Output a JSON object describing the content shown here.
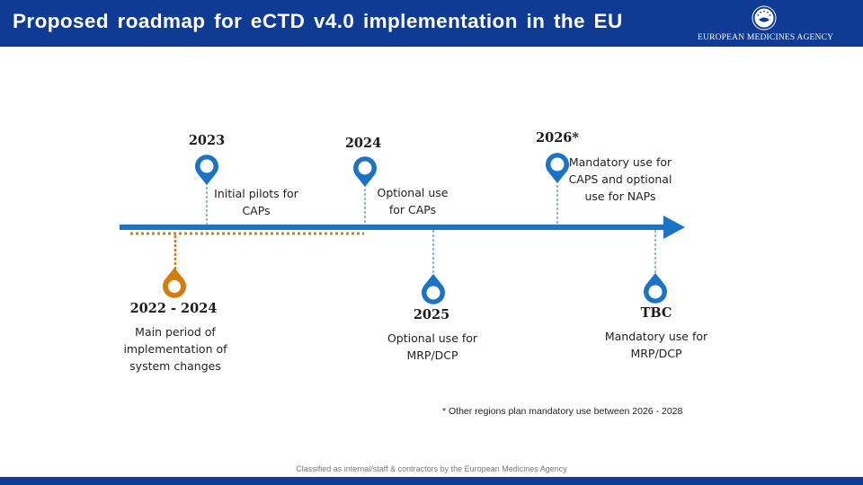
{
  "header": {
    "title": "Proposed roadmap for eCTD v4.0 implementation in the EU",
    "agency_name": "EUROPEAN MEDICINES AGENCY",
    "logo_icon": "ema-emblem-icon",
    "background_color": "#0f3b94"
  },
  "timeline": {
    "main_line_color": "#1a73c4",
    "implementation_color": "#d27d0c",
    "milestones": [
      {
        "year": "2023",
        "description": "Initial pilots for CAPs"
      },
      {
        "year": "2024",
        "description": "Optional use for CAPs"
      },
      {
        "year": "2026*",
        "description": "Mandatory use for CAPS and optional use for NAPs"
      },
      {
        "year": "2025",
        "description": "Optional use for MRP/DCP"
      },
      {
        "year": "TBC",
        "description": "Mandatory use for MRP/DCP"
      },
      {
        "year": "2022 - 2024",
        "description": "Main period of implementation of system changes"
      }
    ]
  },
  "footnote": "* Other regions plan mandatory use between 2026 - 2028",
  "classification": "Classified as internal/staff & contractors by the European Medicines Agency"
}
